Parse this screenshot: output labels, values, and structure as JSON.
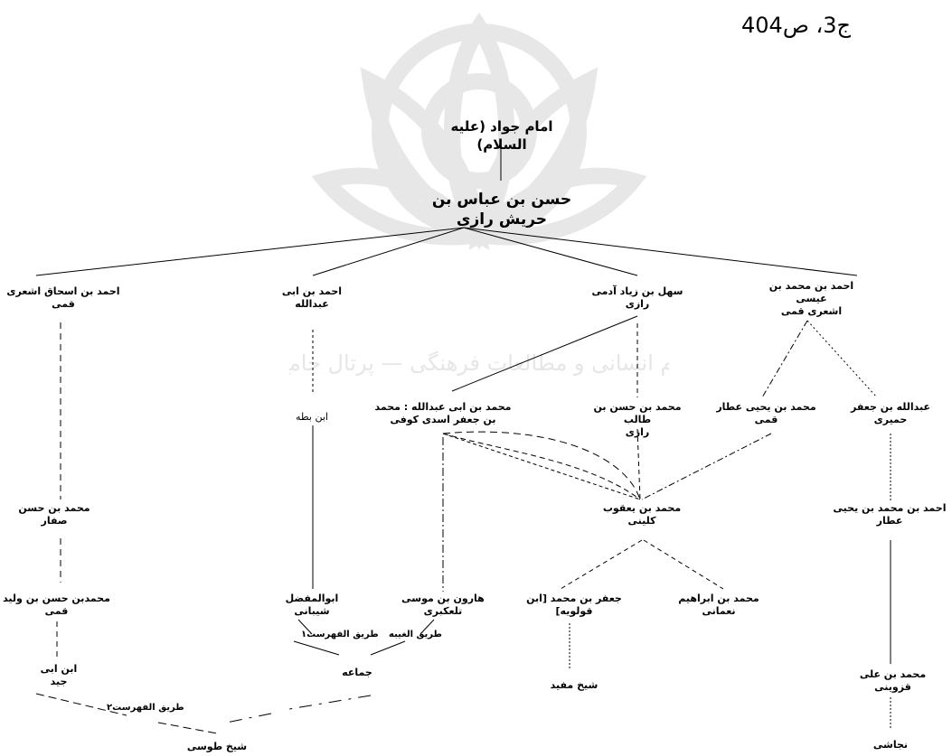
{
  "header": {
    "reference": "ج3، ص404"
  },
  "nodes": {
    "imam_jawad": "امام جواد (علیه السلام)",
    "hasan_ibn_abbas": "حسن بن عباس بن حریش رازی",
    "ahmad_ishaq": [
      "احمد بن اسحاق اشعری",
      "قمی"
    ],
    "ahmad_abi_abdillah": [
      "احمد بن ابی",
      "عبدالله"
    ],
    "sahl_ziyad": [
      "سهل بن زیاد آدمی",
      "رازی"
    ],
    "ahmad_muhammad_isa": [
      "احمد بن محمد بن عیسی",
      "اشعری قمی"
    ],
    "muhammad_abi_abdillah": [
      "محمد بن ابی عبدالله : محمد",
      "بن جعفر اسدی کوفی"
    ],
    "muhammad_hasan_talib": [
      "محمد بن حسن بن طالب",
      "رازی"
    ],
    "muhammad_yahya_attar": [
      "محمد بن یحیی عطار",
      "قمی"
    ],
    "abdullah_jafar": [
      "عبدالله بن جعفر",
      "حمیری"
    ],
    "ibn_batta": "ابن بطه",
    "muhammad_hasan_saffar": [
      "محمد بن حسن",
      "صفار"
    ],
    "muhammad_yaqub": [
      "محمد بن یعقوب",
      "کلینی"
    ],
    "ahmad_muhammad_yahya": [
      "احمد بن محمد بن یحیی",
      "عطار"
    ],
    "muhammad_hasan_walid": [
      "محمدبن حسن بن ولید",
      "قمی"
    ],
    "abulmufaddal": [
      "ابوالمفضل",
      "شیبانی"
    ],
    "harun_musa": [
      "هارون بن موسی",
      "تلعکبری"
    ],
    "jafar_qulawayh": [
      "جعفر بن محمد [ابن",
      "قولویه]"
    ],
    "muhammad_ibrahim": [
      "محمد بن ابراهیم",
      "نعمانی"
    ],
    "ibn_abi_jayyid": [
      "ابن ابی",
      "جید"
    ],
    "jamaah": "جماعه",
    "muhammad_ali_qazwini": [
      "محمد بن علی",
      "قزوینی"
    ],
    "shaykh_mufid": "شیخ مفید",
    "shaykh_tusi": "شیخ طوسی",
    "najashi": "نجاشی"
  },
  "path_labels": {
    "fihrist1": "طریق الفهرست۱",
    "ghaybah": "طریق الغیبه",
    "fihrist2": "طریق الفهرست۲"
  },
  "watermark": "پژوهشگاه علوم انسانی و مطالعات فرهنگی — پرتال جامع علوم انسانی"
}
